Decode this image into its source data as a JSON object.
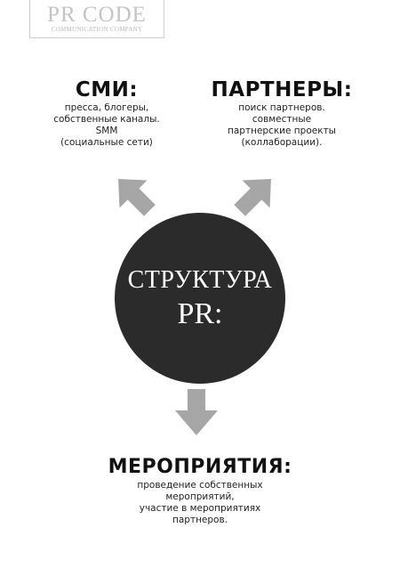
{
  "logo": {
    "title": "PR CODE",
    "subtitle": "COMMUNICATION COMPANY"
  },
  "center": {
    "line1": "СТРУКТУРА",
    "line2": "PR:",
    "fill": "#2b2b2b"
  },
  "arrow_color": "#a6a6a6",
  "media": {
    "title": "СМИ:",
    "lines": [
      "пресса, блогеры,",
      "собственные каналы.",
      "SMM",
      "(социальные сети)"
    ]
  },
  "partners": {
    "title": "ПАРТНЕРЫ:",
    "lines": [
      "поиск партнеров.",
      "совместные",
      "партнерские проекты",
      "(коллаборации)."
    ]
  },
  "events": {
    "title": "МЕРОПРИЯТИЯ:",
    "lines": [
      "проведение собственных",
      "мероприятий,",
      "участие в мероприятиях",
      "партнеров."
    ]
  }
}
